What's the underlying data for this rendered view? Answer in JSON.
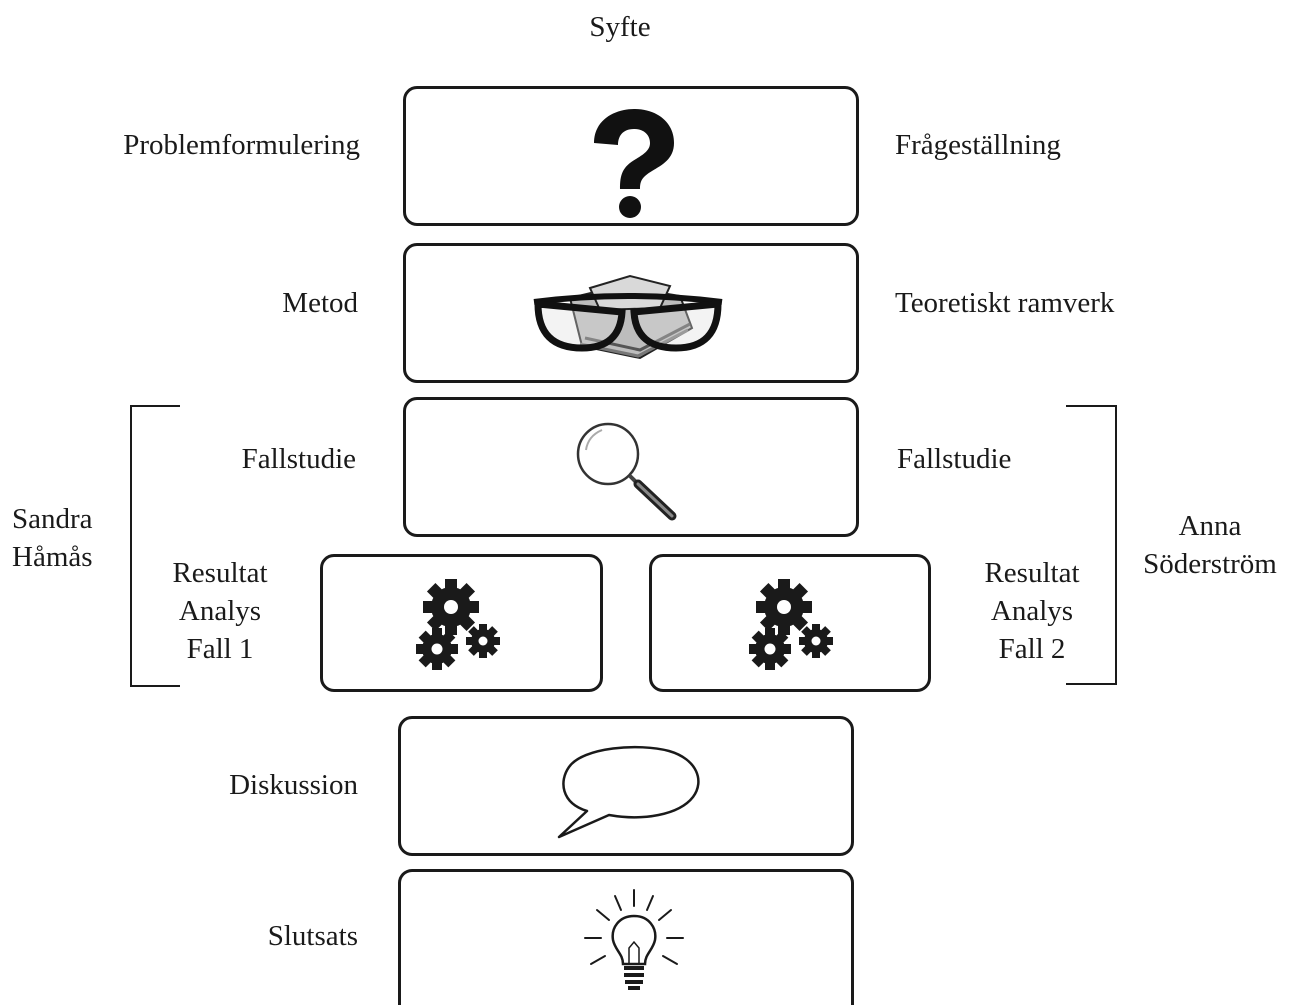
{
  "title": "Syfte",
  "steps": {
    "problem": {
      "left": "Problemformulering",
      "right": "Frågeställning"
    },
    "method": {
      "left": "Metod",
      "right": "Teoretiskt ramverk"
    },
    "case": {
      "left": "Fallstudie",
      "right": "Fallstudie"
    },
    "results": {
      "left": [
        "Resultat",
        "Analys",
        "Fall 1"
      ],
      "right": [
        "Resultat",
        "Analys",
        "Fall 2"
      ]
    },
    "discussion": {
      "left": "Diskussion"
    },
    "conclusion": {
      "left": "Slutsats"
    }
  },
  "authors": {
    "left": [
      "Sandra",
      "Håmås"
    ],
    "right": [
      "Anna",
      "Söderström"
    ]
  },
  "icons": {
    "problem": "question-mark-icon",
    "method": "glasses-books-icon",
    "case": "magnifier-icon",
    "results": "gears-icon",
    "discussion": "speech-bubble-icon",
    "conclusion": "lightbulb-icon"
  }
}
